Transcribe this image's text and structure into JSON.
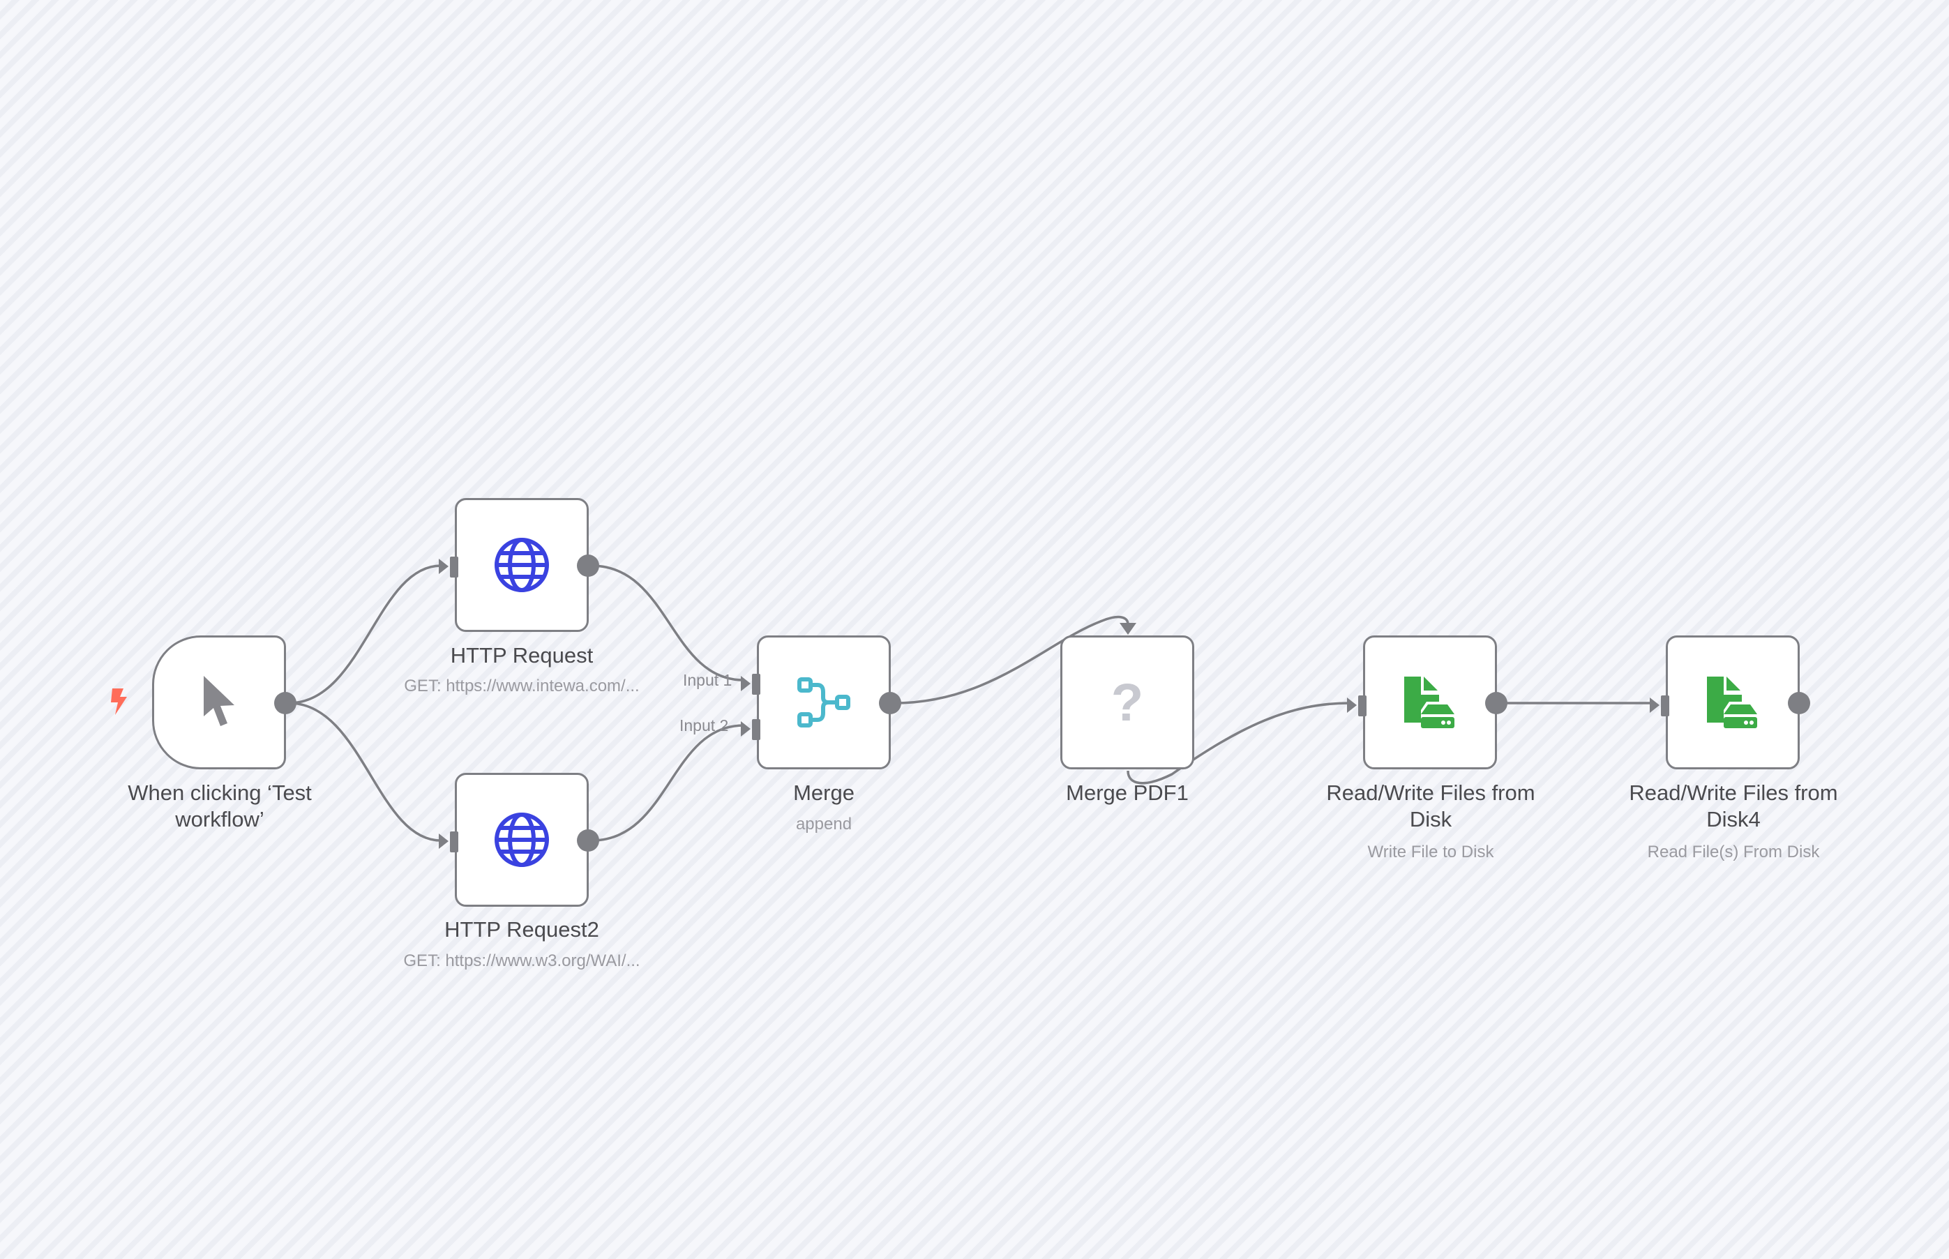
{
  "canvas": {
    "name": "workflow-canvas"
  },
  "colors": {
    "edge": "#7e7f84",
    "trigger_bolt": "#ff6d5a",
    "http_icon": "#3a42e0",
    "merge_icon": "#4bb8cc",
    "file_icon": "#3cab46",
    "unknown_icon": "#c8c9d0"
  },
  "nodes": [
    {
      "id": "trigger",
      "title": "When clicking ‘Test workflow’",
      "subtitle": "",
      "icon": "cursor-icon",
      "badge_icon": "lightning-bolt-icon"
    },
    {
      "id": "http1",
      "title": "HTTP Request",
      "subtitle": "GET: https://www.intewa.com/...",
      "icon": "globe-icon"
    },
    {
      "id": "http2",
      "title": "HTTP Request2",
      "subtitle": "GET: https://www.w3.org/WAI/...",
      "icon": "globe-icon"
    },
    {
      "id": "merge",
      "title": "Merge",
      "subtitle": "append",
      "icon": "merge-icon",
      "inputs": [
        "Input 1",
        "Input 2"
      ]
    },
    {
      "id": "mergepdf",
      "title": "Merge PDF1",
      "subtitle": "",
      "icon": "question-mark-icon",
      "icon_glyph": "?"
    },
    {
      "id": "rw1",
      "title": "Read/Write Files from Disk",
      "subtitle": "Write File to Disk",
      "icon": "file-disk-icon"
    },
    {
      "id": "rw2",
      "title": "Read/Write Files from Disk4",
      "subtitle": "Read File(s) From Disk",
      "icon": "file-disk-icon"
    }
  ],
  "connections": [
    [
      "trigger",
      "http1"
    ],
    [
      "trigger",
      "http2"
    ],
    [
      "http1",
      "merge:Input 1"
    ],
    [
      "http2",
      "merge:Input 2"
    ],
    [
      "merge",
      "mergepdf"
    ],
    [
      "mergepdf",
      "rw1"
    ],
    [
      "rw1",
      "rw2"
    ]
  ]
}
